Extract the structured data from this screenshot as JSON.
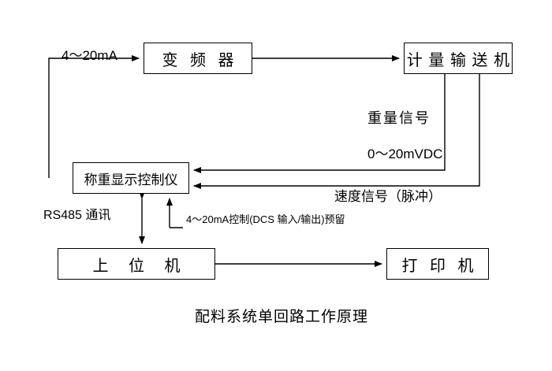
{
  "diagram": {
    "caption": "配料系统单回路工作原理",
    "boxes": {
      "inverter": "变 频 器",
      "feeder": "计 量 输 送 机",
      "weigh_controller": "称重显示控制仪",
      "host": "上  位  机",
      "printer": "打 印 机"
    },
    "labels": {
      "current_loop_top": "4～20mA",
      "weight_signal": "重量信号",
      "weight_signal_range": "0～20mVDC",
      "speed_signal": "速度信号（脉冲）",
      "rs485": "RS485 通讯",
      "dcs_reserved": "4～20mA控制(DCS 输入/输出)预留"
    },
    "colors": {
      "line": "#000000",
      "text": "#000000",
      "background": "#ffffff"
    }
  }
}
